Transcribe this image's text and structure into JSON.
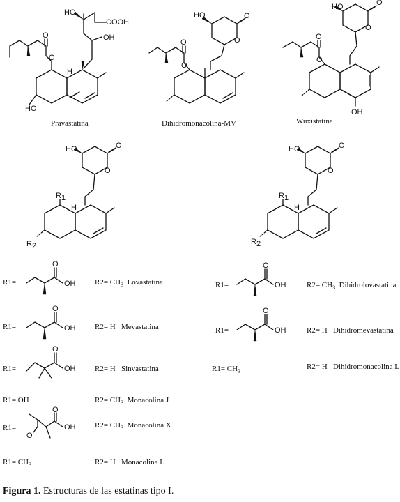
{
  "top_structures": [
    {
      "name": "Pravastatina",
      "atoms": {
        "oh_top": "HO",
        "cooh": "COOH",
        "oh_side": "OH",
        "ester_o": "O",
        "ring_o": "O",
        "h": "H",
        "oh_bottom": "HO"
      }
    },
    {
      "name": "Dihidromonacolina-MV",
      "atoms": {
        "oh_top": "HO",
        "lactone_o": "O",
        "ring_o": "O",
        "ester_o": "O",
        "ring_o2": "O"
      }
    },
    {
      "name": "Wuxistatina",
      "atoms": {
        "oh_top": "HO",
        "lactone_o": "O",
        "ring_o": "O",
        "ester_o": "O",
        "ring_o2": "O",
        "oh_bottom": "OH"
      }
    }
  ],
  "core_structures": [
    {
      "atoms": {
        "oh_top": "HO",
        "lactone_o": "O",
        "ring_o": "O",
        "r1": "R",
        "r1_sub": "1",
        "h": "H",
        "r2": "R",
        "r2_sub": "2"
      }
    },
    {
      "atoms": {
        "oh_top": "HO",
        "lactone_o": "O",
        "ring_o": "O",
        "r1": "R",
        "r1_sub": "1",
        "h": "H",
        "r2": "R",
        "r2_sub": "2"
      }
    }
  ],
  "left_series": [
    {
      "r1": "R1=",
      "acid_o": "O",
      "acid_oh": "OH",
      "r2_text": "R2= CH",
      "r2_sub": "3",
      "name": "Lovastatina"
    },
    {
      "r1": "R1=",
      "acid_o": "O",
      "acid_oh": "OH",
      "r2_text": "R2= H",
      "r2_sub": "",
      "name": "Mevastatina"
    },
    {
      "r1": "R1=",
      "acid_o": "O",
      "acid_oh": "OH",
      "r2_text": "R2= H",
      "r2_sub": "",
      "name": "Sinvastatina"
    },
    {
      "r1": "R1= OH",
      "r2_text": "R2= CH",
      "r2_sub": "3",
      "name": "Monacolina J"
    },
    {
      "r1": "R1=",
      "ketone_o": "O",
      "acid_o": "O",
      "acid_oh": "OH",
      "r2_text": "R2= CH",
      "r2_sub": "3",
      "name": "Monacolina X"
    },
    {
      "r1": "R1= CH",
      "r1_sub": "3",
      "r2_text": "R2= H",
      "r2_sub": "",
      "name": "Monacolina L"
    }
  ],
  "right_series": [
    {
      "r1": "R1=",
      "acid_o": "O",
      "acid_oh": "OH",
      "r2_text": "R2= CH",
      "r2_sub": "3",
      "name": "Dihidrolovastatina"
    },
    {
      "r1": "R1=",
      "acid_o": "O",
      "acid_oh": "OH",
      "r2_text": "R2= H",
      "r2_sub": "",
      "name": "Dihidromevastatina"
    },
    {
      "r1": "R1= CH",
      "r1_sub": "3",
      "r2_text": "R2= H",
      "r2_sub": "",
      "name": "Dihidromonacolina L"
    }
  ],
  "caption": {
    "label": "Figura 1.",
    "text": " Estructuras de las estatinas tipo I."
  }
}
